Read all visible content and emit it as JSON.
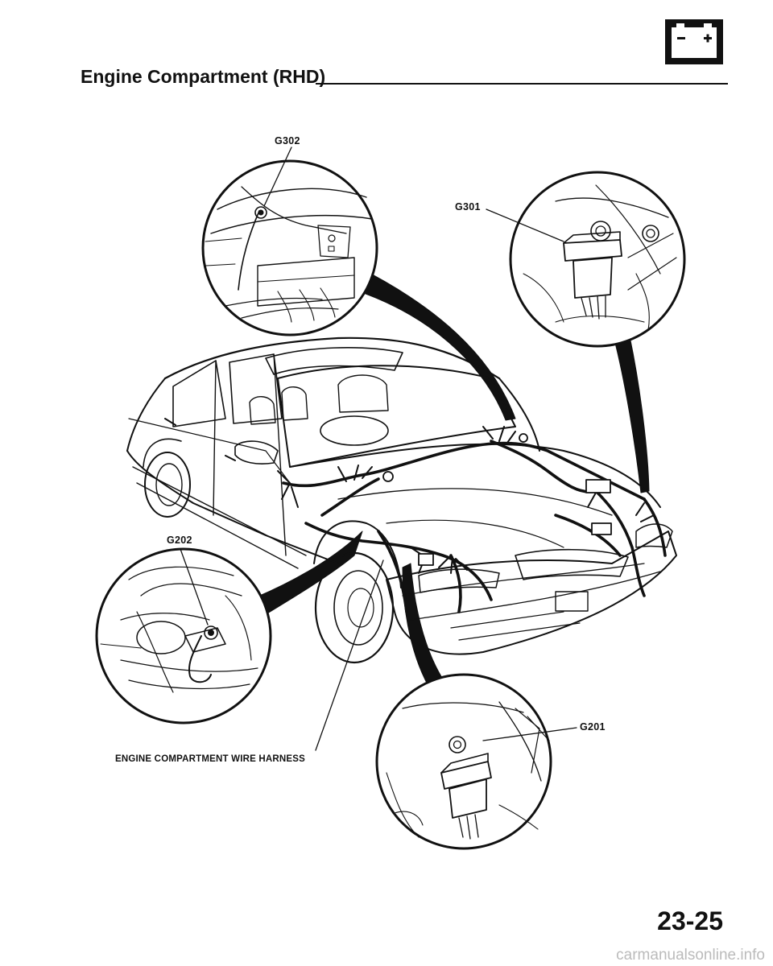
{
  "page": {
    "title": "Engine Compartment (RHD)",
    "page_number": "23-25",
    "watermark": "carmanualsonline.info"
  },
  "callouts": {
    "g302": "G302",
    "g301": "G301",
    "g202": "G202",
    "g201": "G201",
    "harness": "ENGINE COMPARTMENT WIRE HARNESS"
  },
  "icons": {
    "header": "battery-icon"
  },
  "colors": {
    "ink": "#111111",
    "paper": "#ffffff",
    "watermark": "#bbbbbb"
  }
}
